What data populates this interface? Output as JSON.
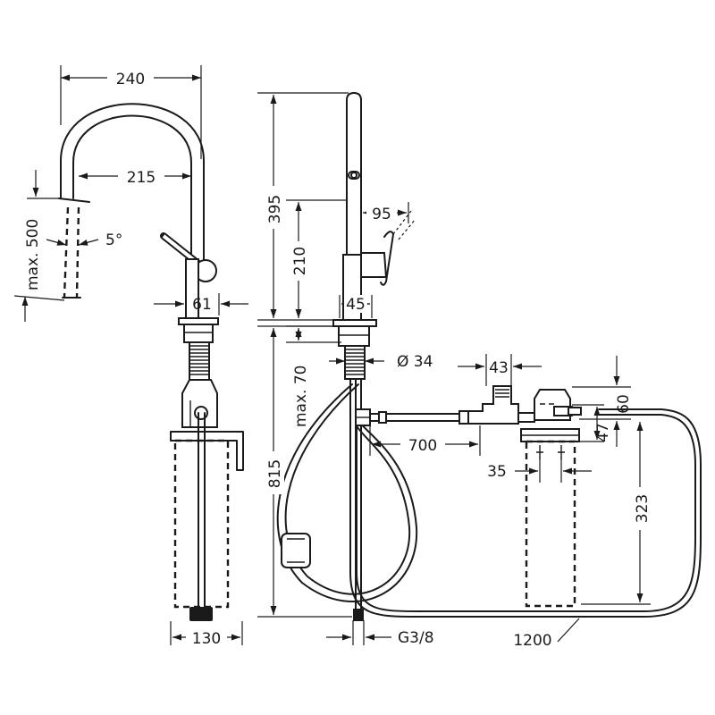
{
  "dimensions": {
    "d240": "240",
    "d215": "215",
    "max500": "max. 500",
    "angle5": "5°",
    "d61": "61",
    "d130": "130",
    "d395": "395",
    "d210": "210",
    "d95": "95",
    "d45": "45",
    "max70": "max. 70",
    "dia34": "Ø 34",
    "d815": "815",
    "g38": "G3/8",
    "d700": "700",
    "d43": "43",
    "d60": "60",
    "d47": "47",
    "d35": "35",
    "d323": "323",
    "d1200": "1200"
  }
}
